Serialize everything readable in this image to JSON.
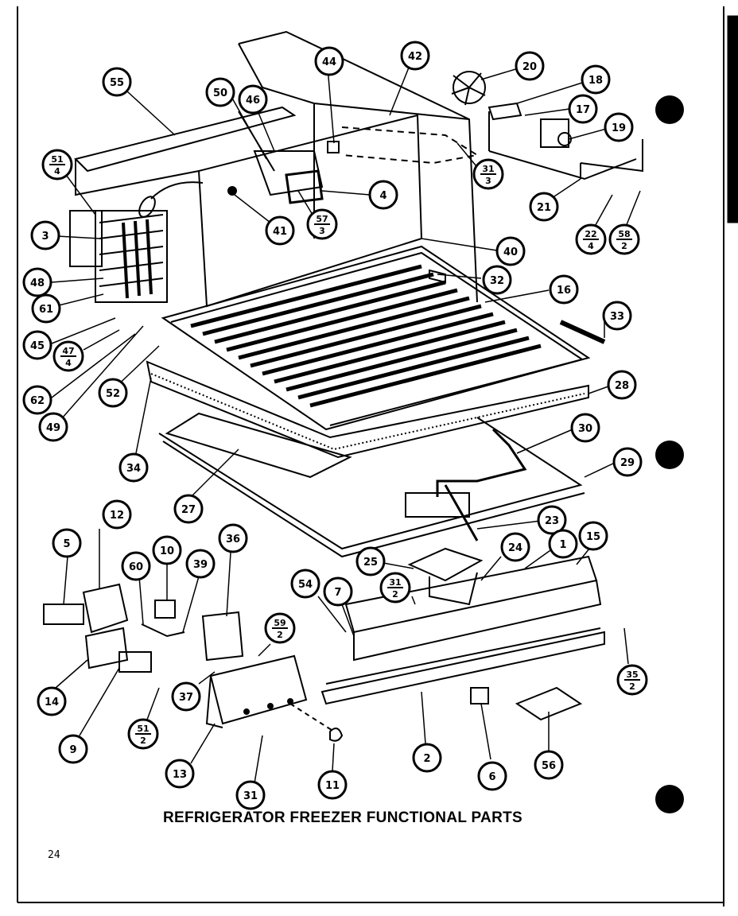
{
  "title": "REFRIGERATOR FREEZER FUNCTIONAL PARTS",
  "page_number": "24",
  "colors": {
    "ink": "#000000",
    "paper": "#ffffff"
  },
  "callouts": [
    {
      "id": "c55",
      "label": "55"
    },
    {
      "id": "c50",
      "label": "50"
    },
    {
      "id": "c46",
      "label": "46"
    },
    {
      "id": "c44",
      "label": "44"
    },
    {
      "id": "c42",
      "label": "42"
    },
    {
      "id": "c20",
      "label": "20"
    },
    {
      "id": "c18",
      "label": "18"
    },
    {
      "id": "c17",
      "label": "17"
    },
    {
      "id": "c19",
      "label": "19"
    },
    {
      "id": "c51a",
      "label": "51",
      "sub": "4"
    },
    {
      "id": "c31a",
      "label": "31",
      "sub": "3"
    },
    {
      "id": "c4",
      "label": "4"
    },
    {
      "id": "c41",
      "label": "41"
    },
    {
      "id": "c57",
      "label": "57",
      "sub": "3"
    },
    {
      "id": "c21",
      "label": "21"
    },
    {
      "id": "c22",
      "label": "22",
      "sub": "4"
    },
    {
      "id": "c58",
      "label": "58",
      "sub": "2"
    },
    {
      "id": "c3",
      "label": "3"
    },
    {
      "id": "c40",
      "label": "40"
    },
    {
      "id": "c48",
      "label": "48"
    },
    {
      "id": "c32",
      "label": "32"
    },
    {
      "id": "c16",
      "label": "16"
    },
    {
      "id": "c61",
      "label": "61"
    },
    {
      "id": "c33",
      "label": "33"
    },
    {
      "id": "c45",
      "label": "45"
    },
    {
      "id": "c47",
      "label": "47",
      "sub": "4"
    },
    {
      "id": "c62",
      "label": "62"
    },
    {
      "id": "c52",
      "label": "52"
    },
    {
      "id": "c49",
      "label": "49"
    },
    {
      "id": "c28",
      "label": "28"
    },
    {
      "id": "c30",
      "label": "30"
    },
    {
      "id": "c34",
      "label": "34"
    },
    {
      "id": "c29",
      "label": "29"
    },
    {
      "id": "c27",
      "label": "27"
    },
    {
      "id": "c12",
      "label": "12"
    },
    {
      "id": "c23",
      "label": "23"
    },
    {
      "id": "c5",
      "label": "5"
    },
    {
      "id": "c10",
      "label": "10"
    },
    {
      "id": "c36",
      "label": "36"
    },
    {
      "id": "c60",
      "label": "60"
    },
    {
      "id": "c39",
      "label": "39"
    },
    {
      "id": "c24",
      "label": "24"
    },
    {
      "id": "c1",
      "label": "1"
    },
    {
      "id": "c15",
      "label": "15"
    },
    {
      "id": "c25",
      "label": "25"
    },
    {
      "id": "c54",
      "label": "54"
    },
    {
      "id": "c7",
      "label": "7"
    },
    {
      "id": "c31b",
      "label": "31",
      "sub": "2"
    },
    {
      "id": "c59",
      "label": "59",
      "sub": "2"
    },
    {
      "id": "c14",
      "label": "14"
    },
    {
      "id": "c37",
      "label": "37"
    },
    {
      "id": "c35",
      "label": "35",
      "sub": "2"
    },
    {
      "id": "c51b",
      "label": "51",
      "sub": "2"
    },
    {
      "id": "c9",
      "label": "9"
    },
    {
      "id": "c13",
      "label": "13"
    },
    {
      "id": "c2",
      "label": "2"
    },
    {
      "id": "c6",
      "label": "6"
    },
    {
      "id": "c56",
      "label": "56"
    },
    {
      "id": "c31c",
      "label": "31"
    },
    {
      "id": "c11",
      "label": "11"
    }
  ]
}
